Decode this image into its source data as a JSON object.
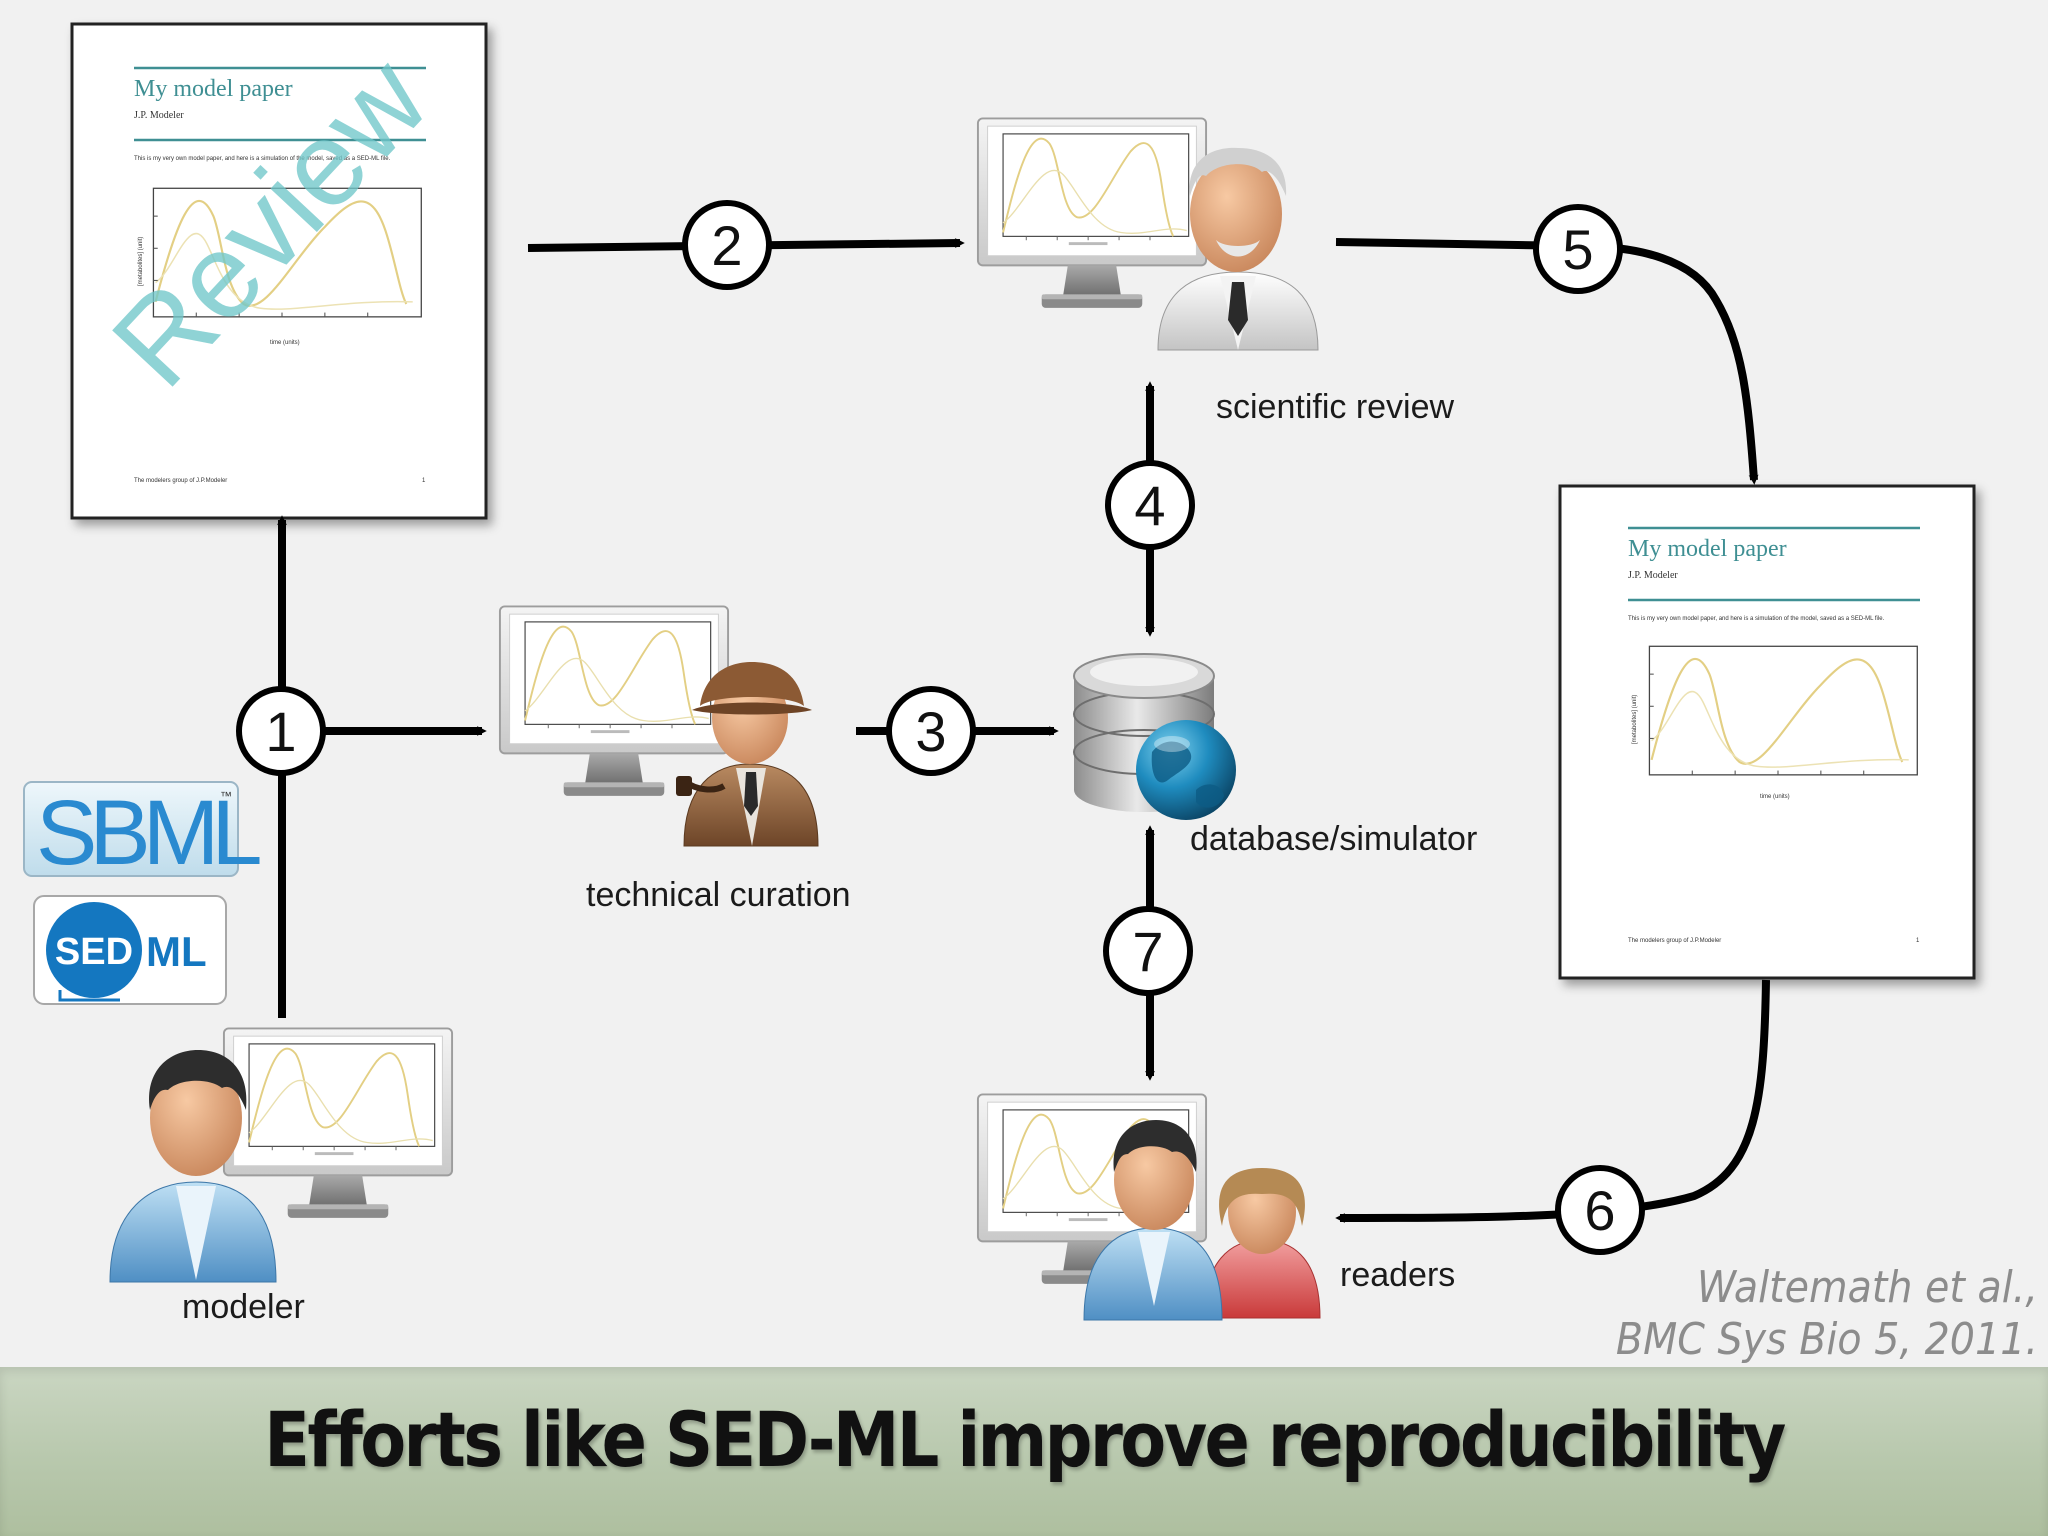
{
  "slide": {
    "title": "Efforts like SED-ML improve reproducibility",
    "citation_line1": "Waltemath et al.,",
    "citation_line2": "BMC Sys Bio 5, 2011."
  },
  "paper_left": {
    "title": "My model paper",
    "author": "J.P. Modeler",
    "abstract": "This is my very own model paper, and here is a simulation of the model, saved as a SED-ML file.",
    "footer": "The modelers group of J.P.Modeler",
    "page": "1",
    "stamp": "Review",
    "ylabel": "[metabolites] (unit)",
    "xlabel": "time (units)"
  },
  "paper_right": {
    "title": "My model paper",
    "author": "J.P. Modeler",
    "abstract": "This is my very own model paper, and here is a simulation of the model, saved as a SED-ML file.",
    "footer": "The modelers group of J.P.Modeler",
    "page": "1",
    "ylabel": "[metabolites] (unit)",
    "xlabel": "time (units)"
  },
  "labels": {
    "scientific_review": "scientific review",
    "technical_curation": "technical curation",
    "database_simulator": "database/simulator",
    "modeler": "modeler",
    "readers": "readers"
  },
  "steps": [
    "1",
    "2",
    "3",
    "4",
    "5",
    "6",
    "7"
  ],
  "logos": {
    "sbml": "SBML",
    "sbml_tm": "™",
    "sedml_sed": "SED",
    "sedml_ml": "ML"
  },
  "colors": {
    "paper_teal": "#3f8f93",
    "review_stamp": "#6fc7c9",
    "plot_curve": "#e3cf84",
    "footer_band": "#b8c8ad",
    "citation": "#8c8c8c"
  }
}
